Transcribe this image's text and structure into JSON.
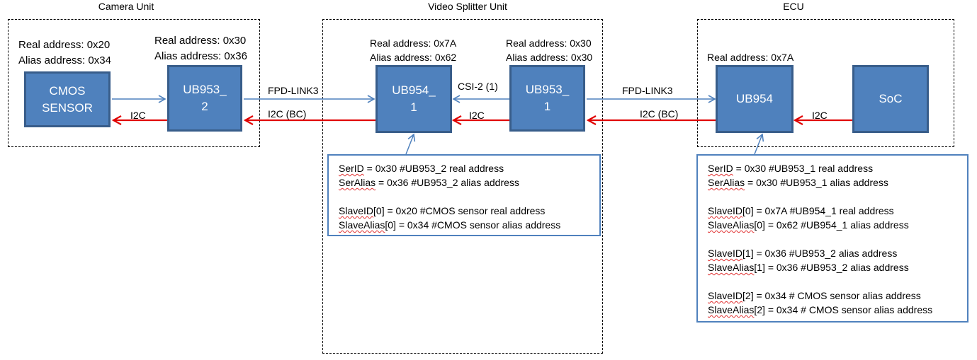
{
  "groups": {
    "camera": {
      "title": "Camera Unit"
    },
    "splitter": {
      "title": "Video Splitter Unit"
    },
    "ecu": {
      "title": "ECU"
    }
  },
  "blocks": {
    "cmos": {
      "label": "CMOS\nSENSOR",
      "real": "Real address: 0x20",
      "alias": "Alias address: 0x34"
    },
    "ub953_2": {
      "label": "UB953_\n2",
      "real": "Real address: 0x30",
      "alias": "Alias address: 0x36"
    },
    "ub954_1": {
      "label": "UB954_\n1",
      "real": "Real address: 0x7A",
      "alias": "Alias address: 0x62"
    },
    "ub953_1": {
      "label": "UB953_\n1",
      "real": "Real address: 0x30",
      "alias": "Alias address: 0x30"
    },
    "ub954": {
      "label": "UB954",
      "real": "Real address: 0x7A"
    },
    "soc": {
      "label": "SoC"
    }
  },
  "links": {
    "cam_i2c": "I2C",
    "fpd1": "FPD-LINK3",
    "i2c_bc1": "I2C (BC)",
    "csi2": "CSI-2 (1)",
    "split_i2c": "I2C",
    "fpd2": "FPD-LINK3",
    "i2c_bc2": "I2C (BC)",
    "ecu_i2c": "I2C"
  },
  "notes": {
    "splitter": {
      "lines": [
        {
          "key": "SerID",
          "rest": " = 0x30 #UB953_2 real address"
        },
        {
          "key": "SerAlias",
          "rest": " = 0x36 #UB953_2 alias address"
        },
        {
          "key": "SlaveID",
          "rest": "[0] = 0x20 #CMOS sensor real address"
        },
        {
          "key": "SlaveAlias",
          "rest": "[0] = 0x34 #CMOS sensor alias address"
        }
      ]
    },
    "ecu": {
      "lines": [
        {
          "key": "SerID",
          "rest": " = 0x30 #UB953_1 real address"
        },
        {
          "key": "SerAlias",
          "rest": " = 0x30 #UB953_1 alias address"
        },
        {
          "key": "SlaveID",
          "rest": "[0] = 0x7A #UB954_1 real address"
        },
        {
          "key": "SlaveAlias",
          "rest": "[0] = 0x62 #UB954_1 alias address"
        },
        {
          "key": "SlaveID",
          "rest": "[1] = 0x36 #UB953_2 alias address"
        },
        {
          "key": "SlaveAlias",
          "rest": "[1] = 0x36 #UB953_2 alias address"
        },
        {
          "key": "SlaveID",
          "rest": "[2] = 0x34 # CMOS sensor alias address"
        },
        {
          "key": "SlaveAlias",
          "rest": "[2] = 0x34 # CMOS sensor alias address"
        }
      ]
    }
  },
  "colors": {
    "block": "#4f81bd",
    "block_border": "#385d8a",
    "fpd_link": "#4f81bd",
    "i2c_link": "#e00000"
  }
}
